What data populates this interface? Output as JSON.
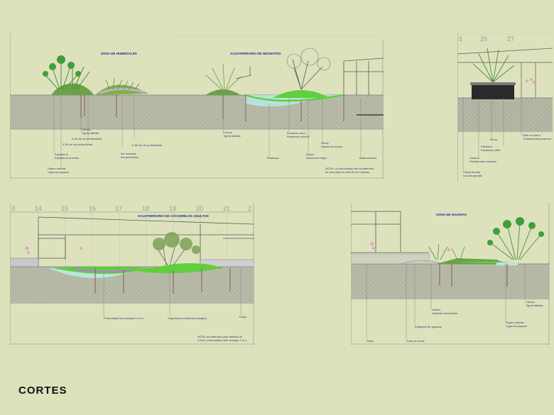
{
  "footer_title": "CORTES",
  "sections": {
    "humedales": {
      "title_a": "ZONA DE HUMEDALES",
      "title_b": "ACUATERRARIO DE NEONATOS",
      "labels": [
        "Carrizo",
        "Typha latifolia",
        "0.30 cm de profundidad",
        "0.35 cm de profundidad",
        "Equisetum",
        "Equisetum arvense",
        "Papiro estrella",
        "Cyperus papyrus",
        "Iris morados",
        "Iris germanica",
        "0.30 cm de profundidad",
        "Carrizo",
        "Typha latifolia",
        "Estanque",
        "Pandano chico",
        "Pandanus veitchii",
        "Areca",
        "Dypsis lutescens",
        "Sauce",
        "Sambucus nigra",
        "Malla sombra"
      ],
      "note": [
        "NOTA: La profundidad del acuaterrario",
        "de neonatos es de0.30 cm máximo."
      ]
    },
    "right_small": {
      "grid": [
        "5",
        "25",
        "27"
      ],
      "labels": [
        "Niña en barco",
        "Tradescantia purpurea",
        "Iterna",
        "Pándano",
        "Pandanus utilis",
        "Xanadu",
        "Philodendron xanadu",
        "Palma licuala",
        "Licuala grandis"
      ]
    },
    "cocodrilos": {
      "title": "ACUATERRARIO DE COCODRILOS ADULTOS",
      "grid": [
        "3",
        "14",
        "15",
        "16",
        "17",
        "18",
        "19",
        "20",
        "21",
        "2"
      ],
      "labels": [
        "Profundidad de estanque 1.5 m",
        "Vegetación existente (manglar)",
        "Playa"
      ],
      "note": [
        "NOTA: acuaterrario para adultos de",
        "2.00m, profundidad dele stanque 1.5 m"
      ]
    },
    "iguanas": {
      "title": "ZONA DE IGUANAS",
      "labels": [
        "Carrizo",
        "Typha latifolia",
        "Vetiver",
        "Vetiveria zizanioides",
        "Papiro estrella",
        "Cyperus papyrus",
        "Estanque de iguanas",
        "Playa",
        "Zona de rocas"
      ]
    }
  },
  "colors": {
    "background": "#dde2bd",
    "soil": "#b7b9a8",
    "grass": "#5fcf3e",
    "water": "#b9e6df",
    "plant": "#4f8f3c",
    "title": "#1a2a9a"
  }
}
